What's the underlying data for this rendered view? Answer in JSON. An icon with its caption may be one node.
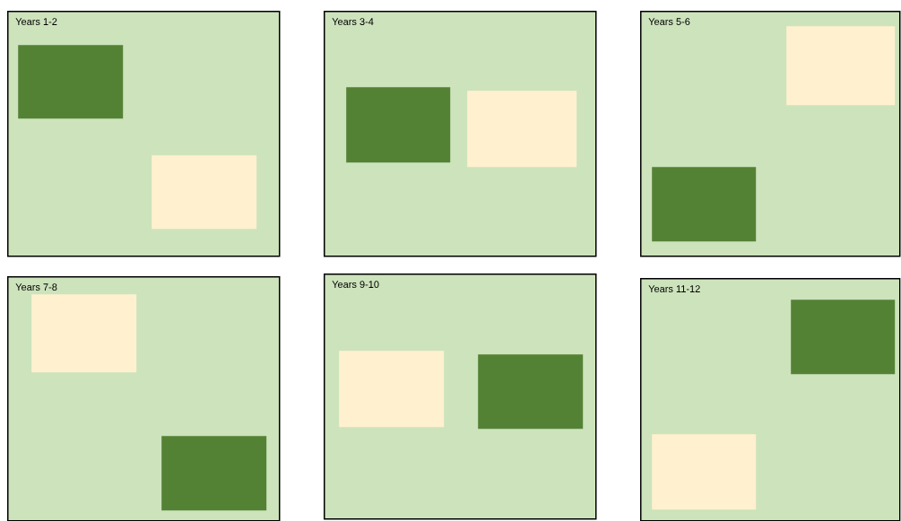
{
  "diagram": {
    "nodes": [
      {
        "text": [
          "Years 1-2"
        ]
      },
      {
        "text": [
          "Years 3-4"
        ]
      },
      {
        "text": [
          "Years 5-6"
        ]
      },
      {
        "text": [
          "Years 7-8"
        ]
      },
      {
        "text": [
          "Years 9-10"
        ]
      },
      {
        "text": [
          "Years 11-12"
        ]
      },
      {
        "text": [],
        "shape": "box",
        "in": 0
      },
      {
        "text": [],
        "shape": "box",
        "in": 0
      },
      {
        "text": [],
        "shape": "box",
        "in": 1
      },
      {
        "text": [],
        "shape": "box",
        "in": 1
      },
      {
        "text": [],
        "shape": "box",
        "in": 2
      },
      {
        "text": [],
        "shape": "box",
        "in": 2
      },
      {
        "text": [],
        "shape": "box",
        "in": 3
      },
      {
        "text": [],
        "shape": "box",
        "in": 3
      },
      {
        "text": [],
        "shape": "box",
        "in": 4
      },
      {
        "text": [],
        "shape": "box",
        "in": 4
      },
      {
        "text": [],
        "shape": "box",
        "in": 5
      },
      {
        "text": [],
        "shape": "box",
        "in": 5
      }
    ]
  }
}
